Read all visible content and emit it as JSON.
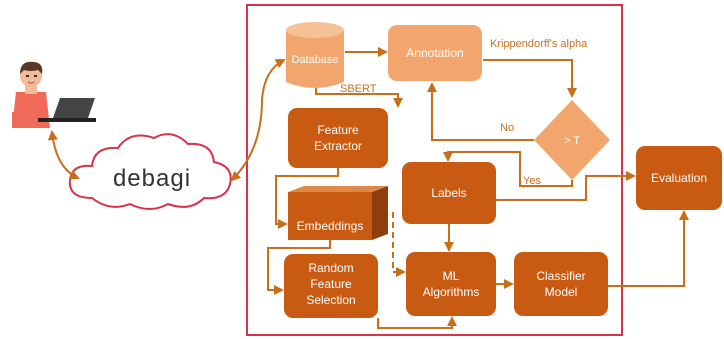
{
  "colors": {
    "dark": "#c85a12",
    "light": "#f2a66e",
    "arrow": "#c86f1c",
    "frame": "#d8334a",
    "text_dark": "#ffffff",
    "text_accent": "#c86f1c"
  },
  "nodes": {
    "database": "Database",
    "annotation": "Annotation",
    "decision": "> T",
    "feature_extractor_line1": "Feature",
    "feature_extractor_line2": "Extractor",
    "embeddings": "Embeddings",
    "labels": "Labels",
    "random_fs_line1": "Random",
    "random_fs_line2": "Feature",
    "random_fs_line3": "Selection",
    "ml_line1": "ML",
    "ml_line2": "Algorithms",
    "classifier_line1": "Classifier",
    "classifier_line2": "Model",
    "evaluation": "Evaluation"
  },
  "edge_labels": {
    "krippendorff": "Krippendorff's alpha",
    "sbert": "SBERT",
    "no": "No",
    "yes": "Yes"
  },
  "cloud": {
    "logo_text": "debagi"
  },
  "icons": {
    "user": "person-laptop-icon",
    "cloud": "cloud-icon"
  }
}
